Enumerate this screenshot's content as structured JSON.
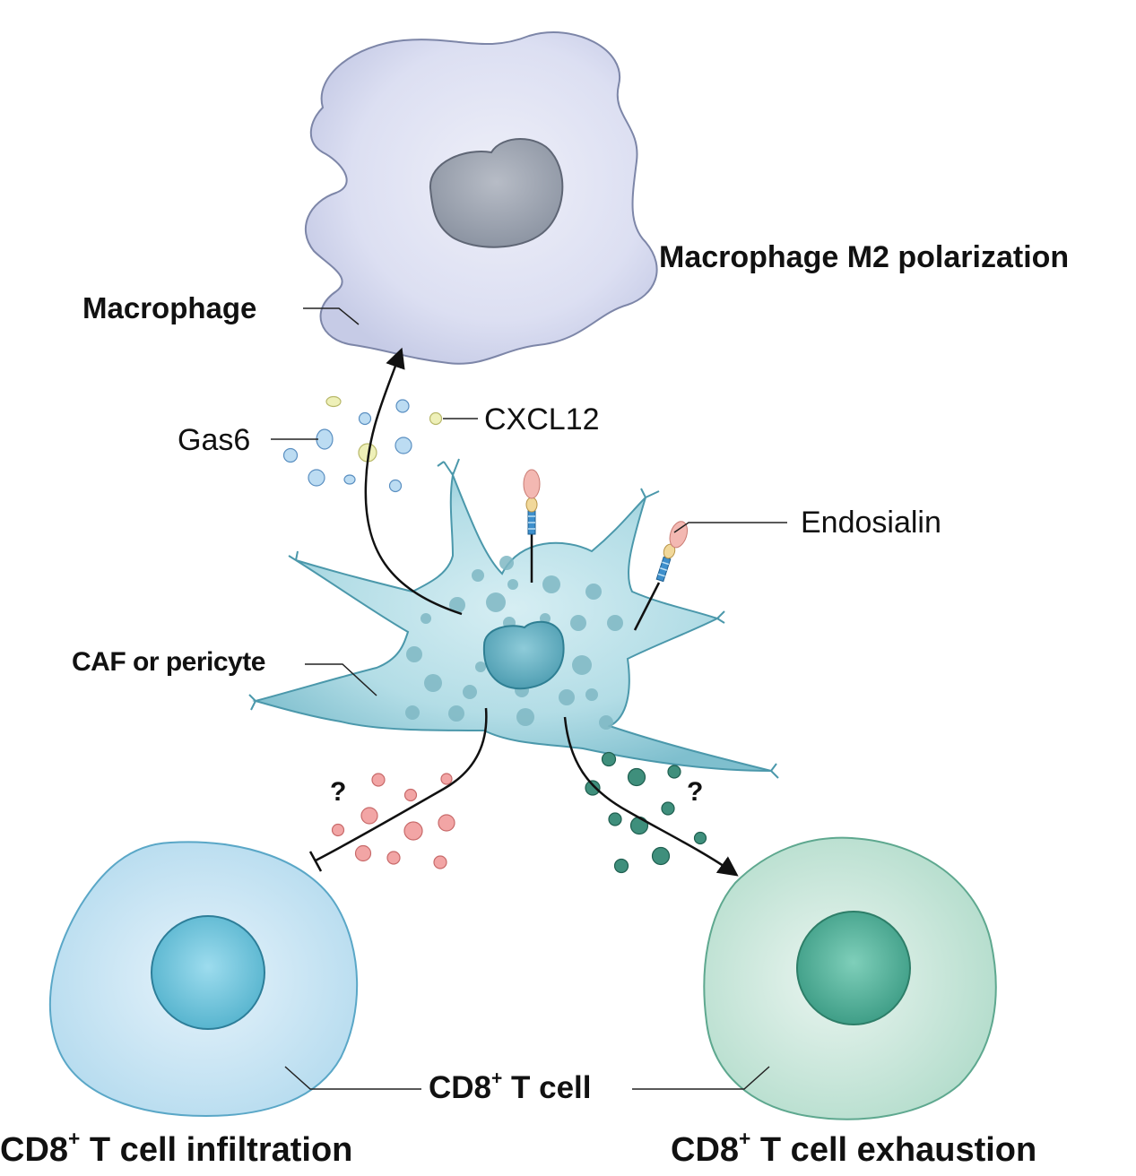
{
  "labels": {
    "macrophage": "Macrophage",
    "macrophage_m2": "Macrophage M2 polarization",
    "gas6": "Gas6",
    "cxcl12": "CXCL12",
    "endosialin": "Endosialin",
    "caf": "CAF or pericyte",
    "question_left": "?",
    "question_right": "?",
    "cd8_tcell_pre": "CD8",
    "cd8_tcell_sup": "+",
    "cd8_tcell_post": " T cell",
    "infiltration_pre": "CD8",
    "infiltration_sup": "+",
    "infiltration_post": " T cell infiltration",
    "exhaustion_pre": "CD8",
    "exhaustion_sup": "+",
    "exhaustion_post": " T cell exhaustion"
  },
  "colors": {
    "macrophage_fill": "#d4d8ee",
    "macrophage_nucleus": "#9aa2b0",
    "caf_fill": "#a9d7e0",
    "caf_edge": "#5aa6b6",
    "gas6_dot": "#bcdcf2",
    "cxcl12_dot": "#eef0b8",
    "pink_dot": "#f2a5a5",
    "green_dot": "#3f8f7c",
    "tcell_left_fill": "#cfe7f5",
    "tcell_left_nucleus": "#7fcbe0",
    "tcell_right_fill": "#cfe8de",
    "tcell_right_nucleus": "#5fb5a0",
    "endosialin_pink": "#f3b8b2",
    "endosialin_yellow": "#f1d89a",
    "endosialin_blue": "#3d8fcc"
  }
}
